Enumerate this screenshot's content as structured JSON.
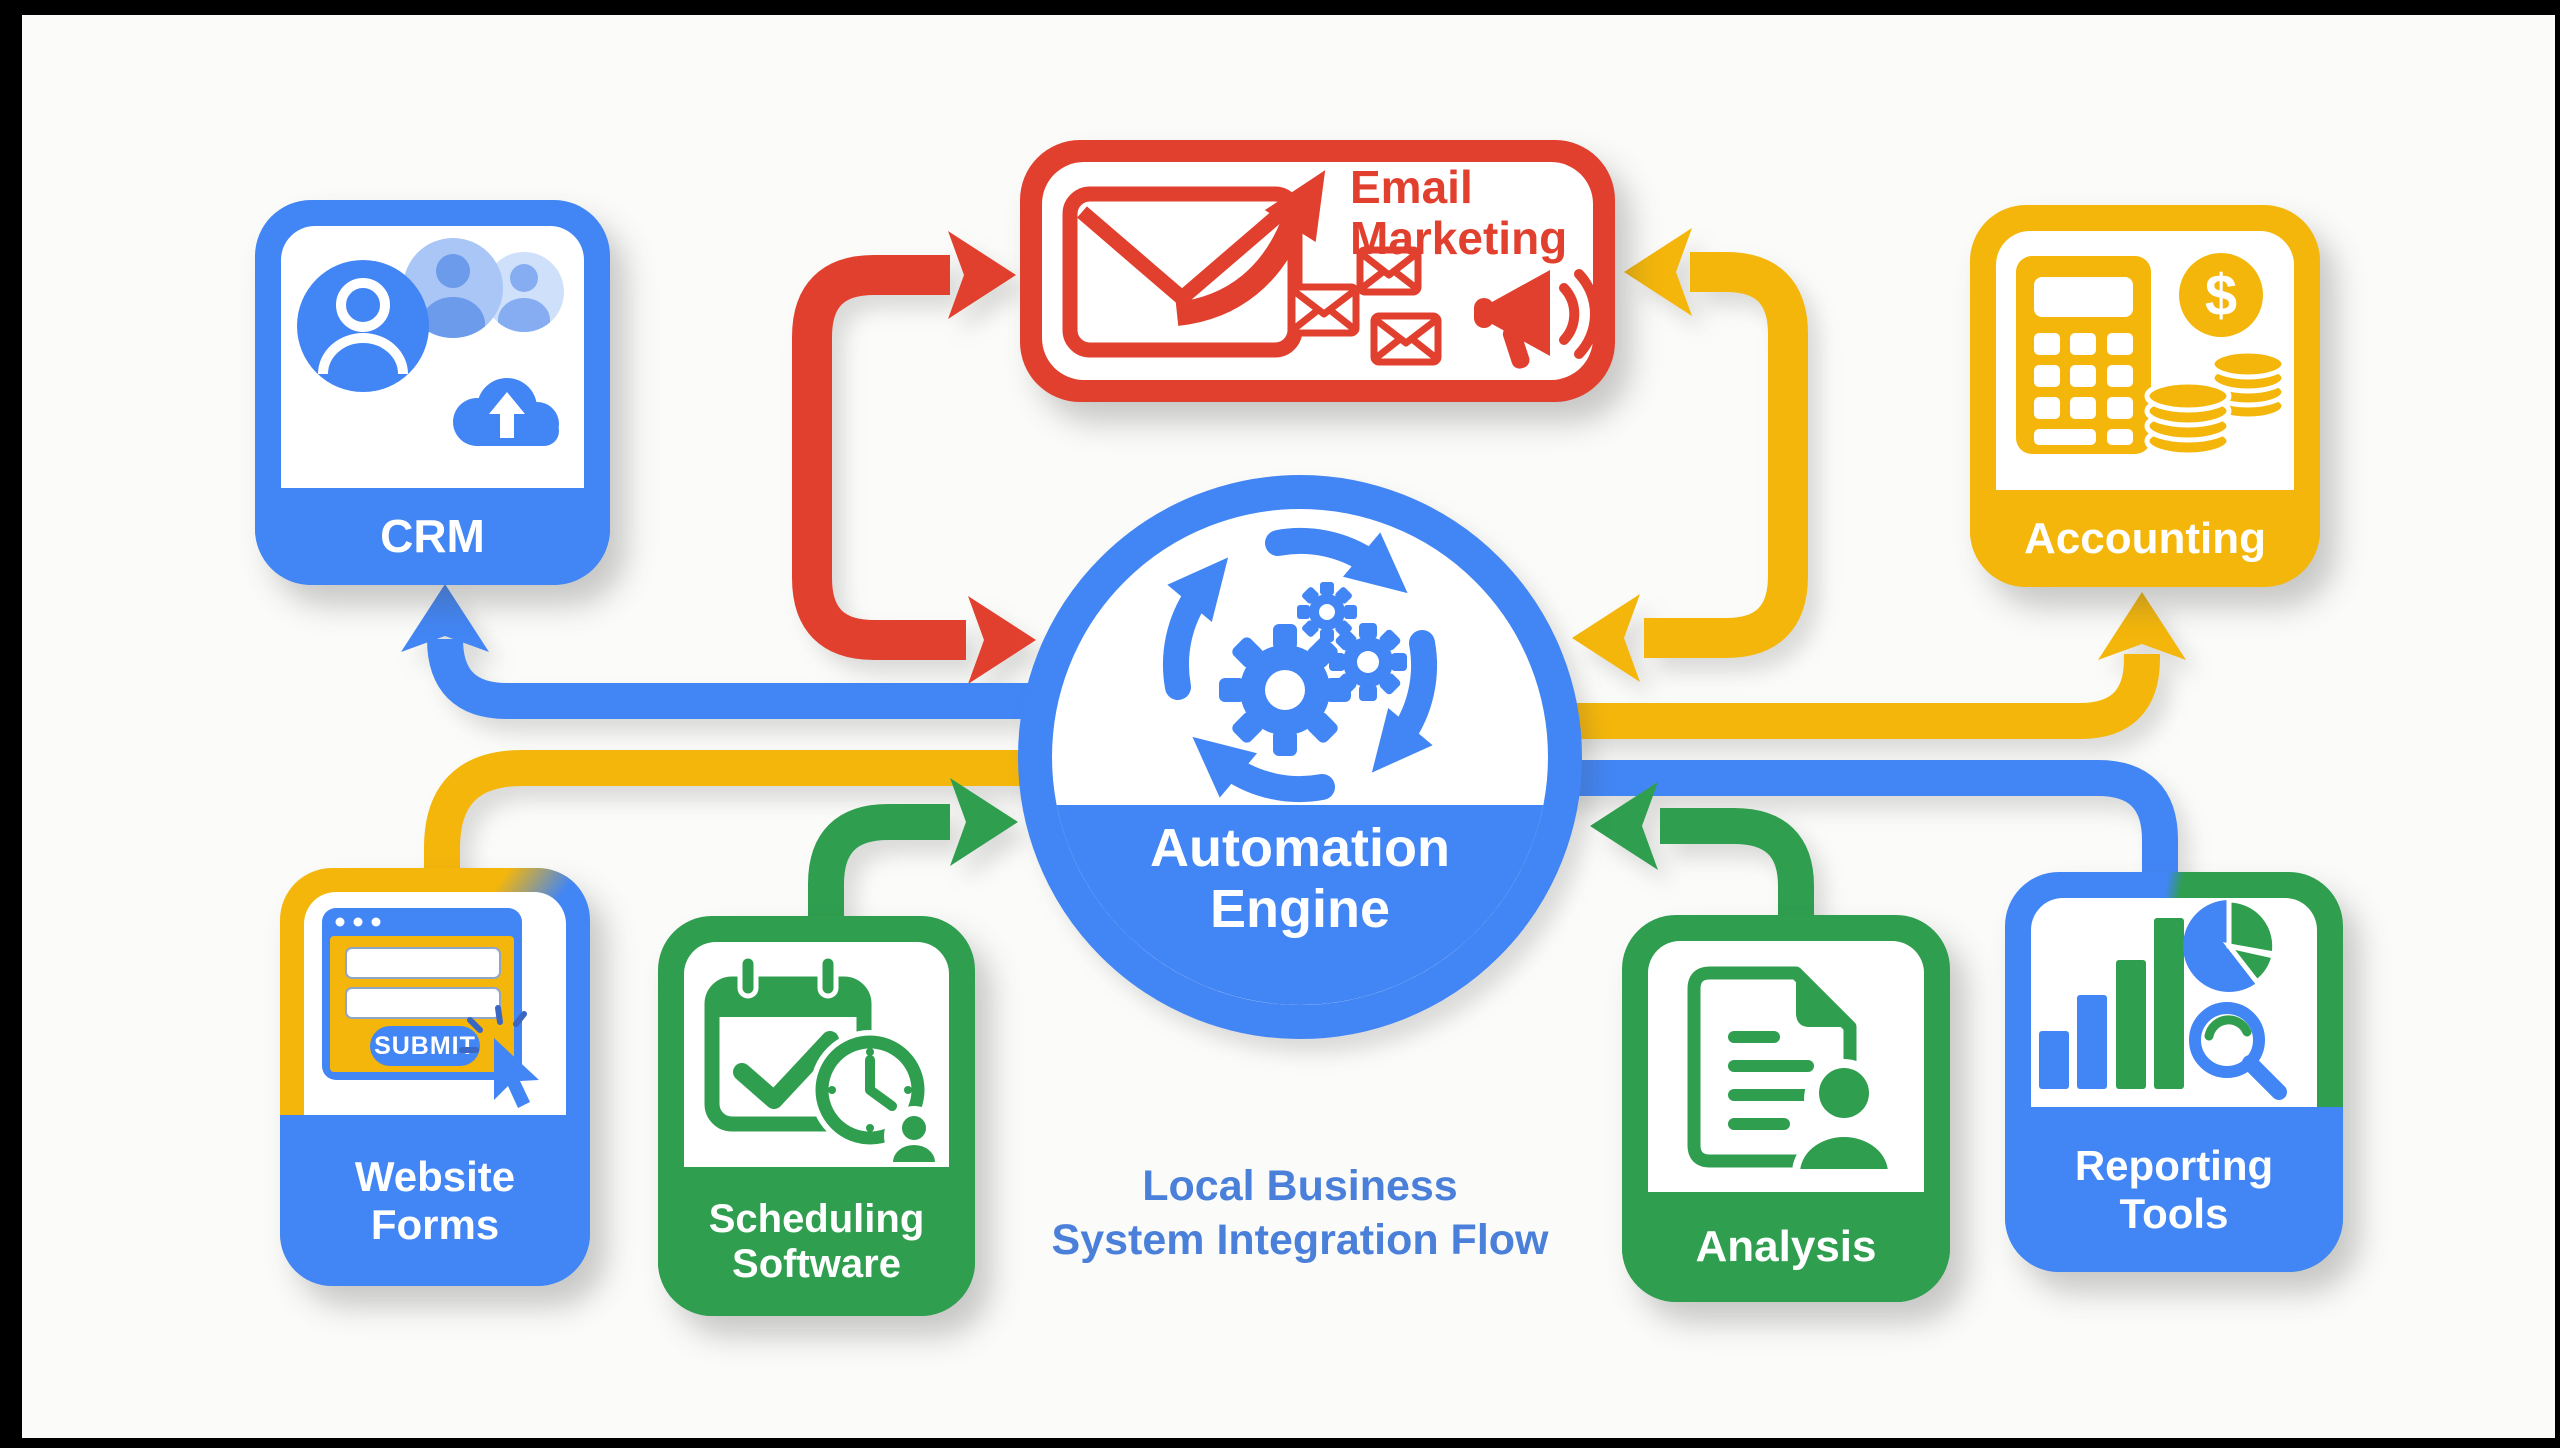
{
  "title": {
    "line1": "Local Business",
    "line2": "System Integration Flow"
  },
  "center": {
    "label_line1": "Automation",
    "label_line2": "Engine",
    "icon": "gears-cycle-icon"
  },
  "nodes": {
    "crm": {
      "label": "CRM",
      "icon": "contacts-cloud-upload-icon",
      "color": "#4285F4"
    },
    "email_marketing": {
      "label_line1": "Email",
      "label_line2": "Marketing",
      "icon": "envelope-send-megaphone-icon",
      "color": "#E2402F"
    },
    "accounting": {
      "label": "Accounting",
      "dollar_symbol": "$",
      "icon": "calculator-coins-icon",
      "color": "#F4B60B"
    },
    "website_forms": {
      "label_line1": "Website",
      "label_line2": "Forms",
      "submit_label": "SUBMIT",
      "icon": "browser-form-cursor-icon",
      "colors": [
        "#F4B60B",
        "#4285F4"
      ]
    },
    "scheduling_software": {
      "label_line1": "Scheduling",
      "label_line2": "Software",
      "icon": "calendar-check-clock-icon",
      "color": "#2F9E4F"
    },
    "analysis": {
      "label": "Analysis",
      "icon": "document-person-icon",
      "color": "#2F9E4F"
    },
    "reporting_tools": {
      "label_line1": "Reporting",
      "label_line2": "Tools",
      "icon": "bars-pie-magnifier-icon",
      "colors": [
        "#4285F4",
        "#2F9E4F"
      ]
    }
  },
  "connectors": [
    {
      "name": "email-engine-left-loop",
      "color": "#E2402F",
      "between": [
        "email_marketing",
        "automation_engine"
      ],
      "arrowheads": [
        "into-email-left",
        "into-engine-left"
      ]
    },
    {
      "name": "email-engine-right-loop",
      "color": "#F4B60B",
      "between": [
        "email_marketing",
        "automation_engine"
      ],
      "arrowheads": [
        "into-email-right",
        "into-engine-right"
      ]
    },
    {
      "name": "engine-to-crm",
      "color": "#4285F4",
      "between": [
        "automation_engine",
        "crm"
      ],
      "arrowheads": [
        "into-crm-bottom"
      ]
    },
    {
      "name": "website-forms-to-engine",
      "color": "#F4B60B",
      "between": [
        "website_forms",
        "automation_engine"
      ],
      "arrowheads": []
    },
    {
      "name": "scheduling-to-engine",
      "color": "#2F9E4F",
      "between": [
        "scheduling_software",
        "automation_engine"
      ],
      "arrowheads": [
        "into-engine-left"
      ]
    },
    {
      "name": "engine-to-accounting",
      "color": "#F4B60B",
      "between": [
        "automation_engine",
        "accounting"
      ],
      "arrowheads": [
        "into-accounting-bottom"
      ]
    },
    {
      "name": "engine-to-reporting",
      "color": "#4285F4",
      "between": [
        "automation_engine",
        "reporting_tools"
      ],
      "arrowheads": []
    },
    {
      "name": "analysis-to-engine",
      "color": "#2F9E4F",
      "between": [
        "analysis",
        "automation_engine"
      ],
      "arrowheads": [
        "into-engine-right"
      ]
    }
  ],
  "colors": {
    "blue": "#4285F4",
    "red": "#E2402F",
    "yellow": "#F4B60B",
    "green": "#2F9E4F",
    "light_blue": "#A9C6F6",
    "lighter_blue": "#CFE0FA",
    "caption_blue": "#4A80D9",
    "background": "#FBFBF9",
    "frame": "#000000"
  }
}
